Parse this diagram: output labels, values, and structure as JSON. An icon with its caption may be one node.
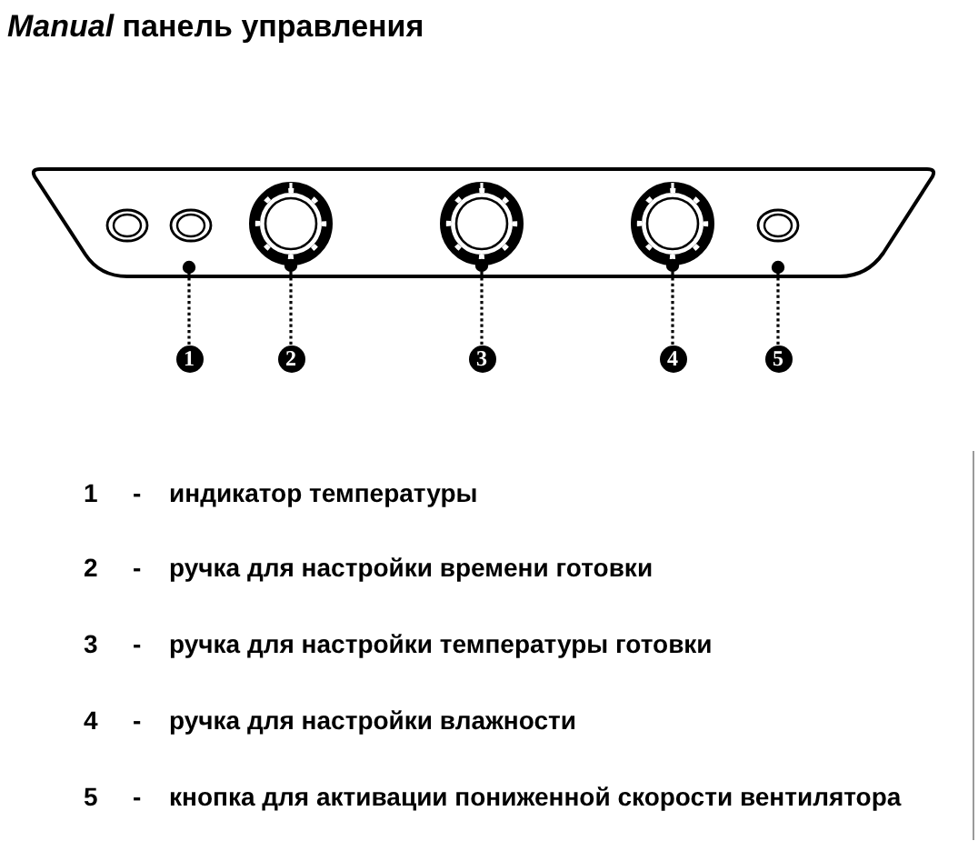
{
  "diagram": {
    "title": "*Manual* панель управления",
    "nodes": [
      {
        "text": [],
        "shape": "circle"
      },
      {
        "text": [],
        "shape": "circle"
      },
      {
        "text": [],
        "shape": "circle"
      },
      {
        "text": [
          "1"
        ]
      },
      {
        "text": [
          "2"
        ]
      },
      {
        "text": [
          "3"
        ]
      },
      {
        "text": [
          "4"
        ]
      },
      {
        "text": [
          "5"
        ]
      }
    ],
    "edges": [
      {
        "from": 3,
        "to": null,
        "arrow": "other"
      },
      {
        "from": 4,
        "to": 0,
        "arrow": "other"
      },
      {
        "from": 5,
        "to": 1,
        "arrow": "other"
      },
      {
        "from": 6,
        "to": 2,
        "arrow": "other"
      },
      {
        "from": 7,
        "to": null,
        "arrow": "other"
      }
    ],
    "labels": [
      "1",
      "-",
      "индикатор температуры",
      "2",
      "-",
      "ручка для настройки времени готовки",
      "3",
      "-",
      "ручка для настройки температуры готовки",
      "4",
      "-",
      "ручка для настройки влажности",
      "5",
      "-",
      "кнопка для активации пониженной скорости вентилятора"
    ]
  }
}
